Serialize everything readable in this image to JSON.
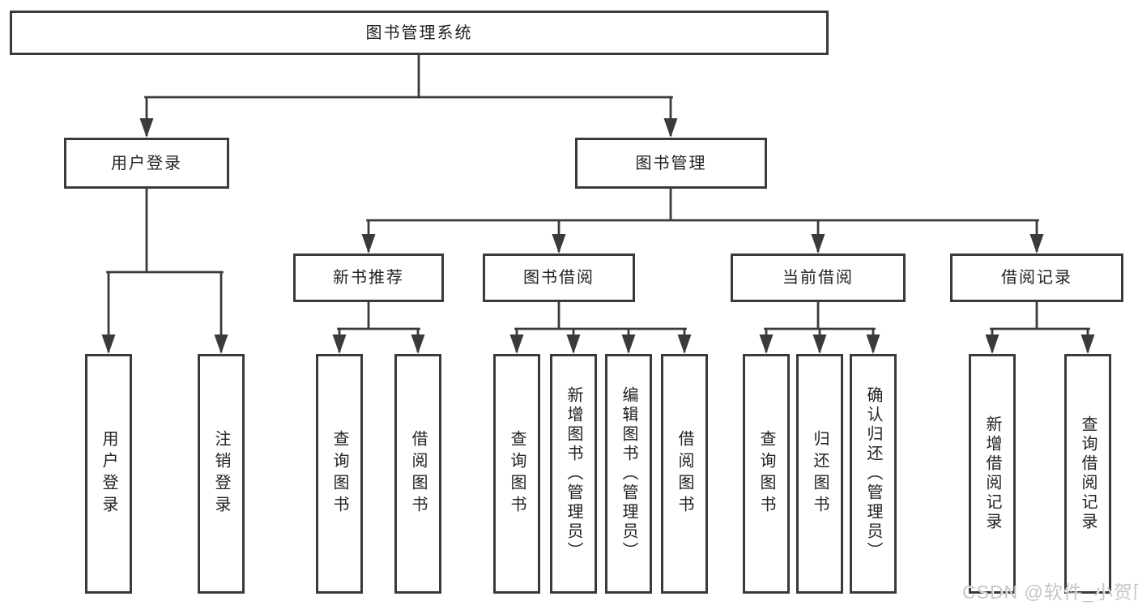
{
  "diagram": {
    "root": "图书管理系统",
    "level2": {
      "user_login": "用户登录",
      "book_management": "图书管理"
    },
    "level3": {
      "new_book_recommend": "新书推荐",
      "book_borrow": "图书借阅",
      "current_borrow": "当前借阅",
      "borrow_records": "借阅记录"
    },
    "leaves": {
      "user_login": "用户登录",
      "logout": "注销登录",
      "recommend_query_book": "查询图书",
      "recommend_borrow_book": "借阅图书",
      "borrow_query_book": "查询图书",
      "borrow_add_book": "新增图书（管理员）",
      "borrow_edit_book": "编辑图书（管理员）",
      "borrow_borrow_book": "借阅图书",
      "current_query_book": "查询图书",
      "current_return_book": "归还图书",
      "current_confirm_return": "确认归还（管理员）",
      "records_add_record": "新增借阅记录",
      "records_query_record": "查询借阅记录"
    }
  },
  "watermark": "CSDN @软件_小贺同学",
  "colors": {
    "line": "#3a3a3a",
    "box_border": "#3a3a3a",
    "box_fill": "#ffffff",
    "text": "#222222",
    "watermark": "#c6c6c6"
  }
}
